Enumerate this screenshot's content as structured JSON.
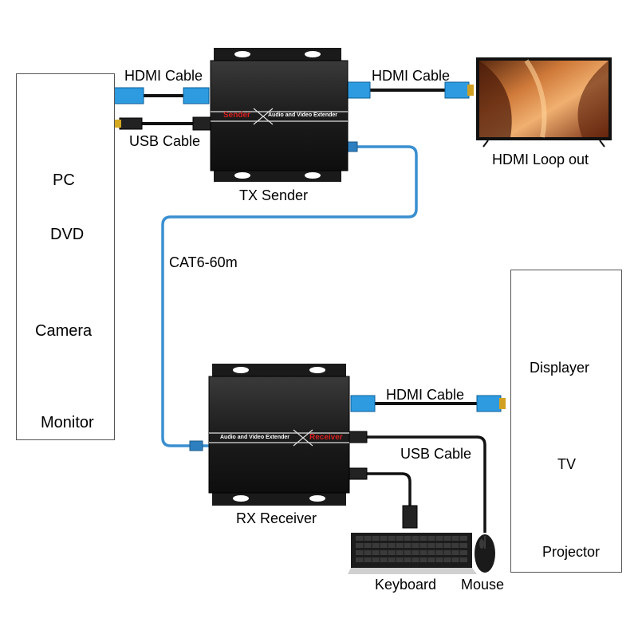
{
  "labels": {
    "tx_hdmi_cable": "HDMI Cable",
    "tx_usb_cable": "USB Cable",
    "loop_hdmi_cable": "HDMI Cable",
    "loop_out": "HDMI Loop out",
    "tx_sender": "TX Sender",
    "cat6": "CAT6-60m",
    "rx_hdmi_cable": "HDMI Cable",
    "rx_usb_cable": "USB Cable",
    "rx_receiver": "RX Receiver",
    "keyboard": "Keyboard",
    "mouse": "Mouse"
  },
  "tx_device": {
    "badge": "Sender",
    "plate": "Audio and Video Extender"
  },
  "rx_device": {
    "badge": "Receiver",
    "plate": "Audio and Video Extender"
  },
  "sources": {
    "pc": "PC",
    "dvd": "DVD",
    "camera": "Camera",
    "monitor": "Monitor"
  },
  "outputs": {
    "displayer": "Displayer",
    "tv": "TV",
    "projector": "Projector"
  },
  "colors": {
    "cat6_cable": "#3a8fd0",
    "hdmi_plug": "#2e9be0",
    "device_body": "#222222",
    "badge_red": "#d42020"
  }
}
